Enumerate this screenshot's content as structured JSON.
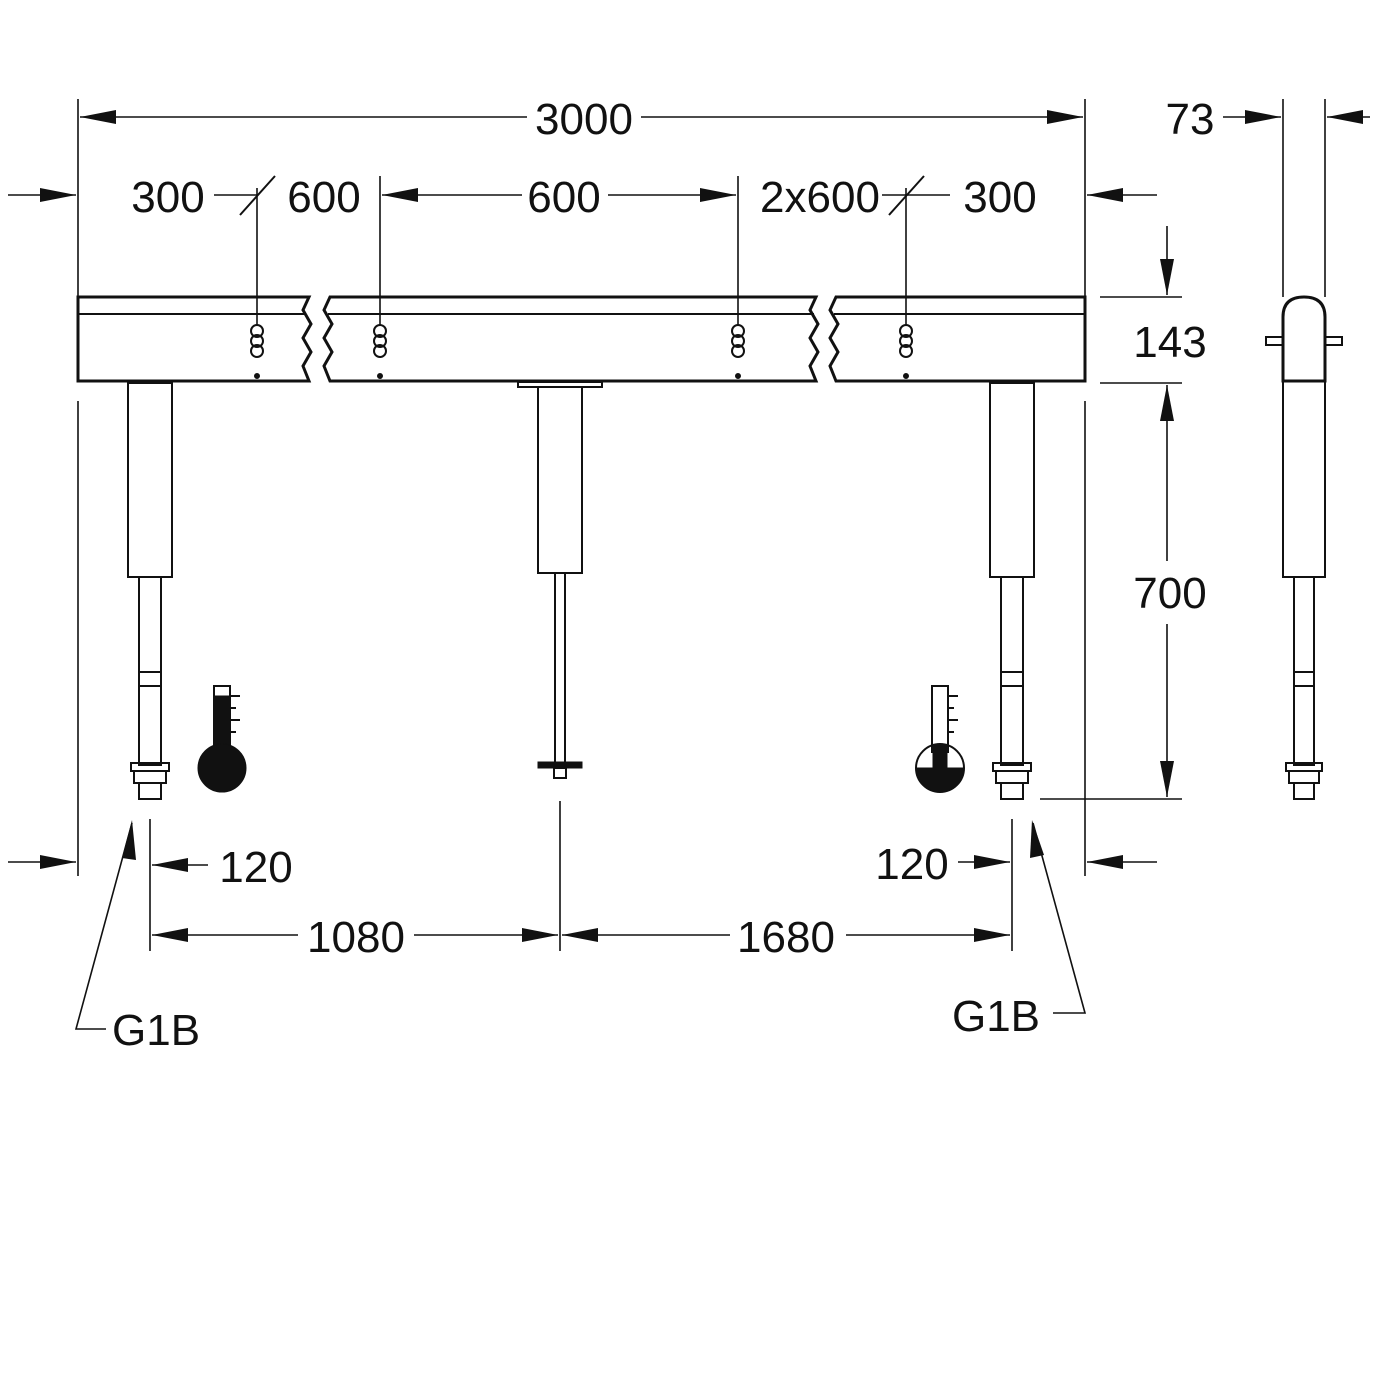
{
  "dimensions": {
    "overall_width": "3000",
    "depth": "73",
    "left_edge_offset": "300",
    "left_spacing": "600",
    "middle_spacing": "600",
    "right_spacing": "2x600",
    "right_edge_offset": "300",
    "rail_height": "143",
    "leg_height": "700",
    "left_pipe_offset": "120",
    "right_pipe_offset": "120",
    "left_to_center": "1080",
    "center_to_right": "1680"
  },
  "labels": {
    "left_connection": "G1B",
    "right_connection": "G1B"
  },
  "icons": {
    "left_thermometer": "thermometer-hot-icon",
    "right_thermometer": "thermometer-cold-icon"
  }
}
